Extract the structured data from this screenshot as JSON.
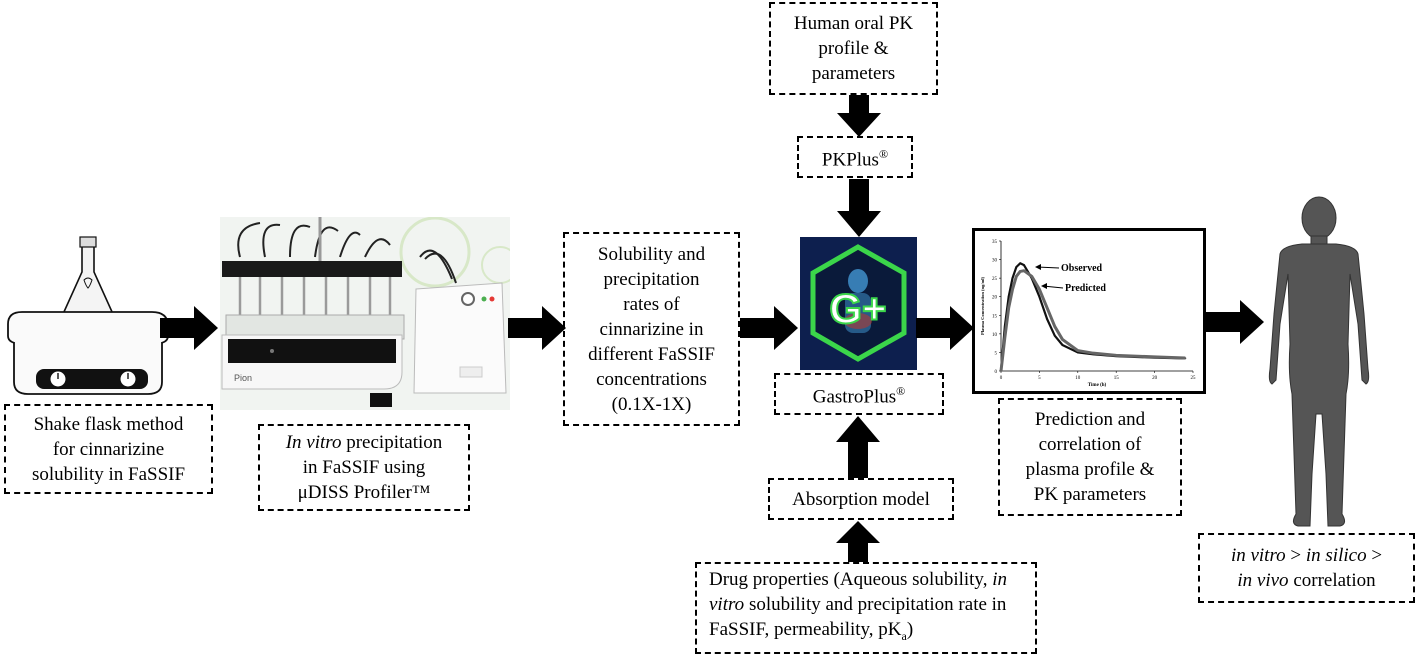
{
  "boxes": {
    "shake_flask": {
      "lines": [
        "Shake flask method",
        "for cinnarizine",
        "solubility in FaSSIF"
      ]
    },
    "in_vitro_precip": {
      "italic": "In vitro",
      "rest_line1": " precipitation",
      "line2": "in FaSSIF using",
      "line3": "μDISS Profiler™"
    },
    "solubility_rates": {
      "lines": [
        "Solubility and",
        "precipitation",
        "rates of",
        "cinnarizine in",
        "different FaSSIF",
        "concentrations",
        "(0.1X-1X)"
      ]
    },
    "human_pk": {
      "lines": [
        "Human oral PK",
        "profile &",
        "parameters"
      ]
    },
    "pkplus": {
      "text": "PKPlus",
      "sup": "®"
    },
    "gastroplus": {
      "text": "GastroPlus",
      "sup": "®"
    },
    "absorption": {
      "text": "Absorption model"
    },
    "drug_props": {
      "line1_a": "Drug properties (Aqueous solubility, ",
      "line1_i": "in",
      "line2_i": "vitro",
      "line2_b": " solubility and precipitation rate in",
      "line3_a": "FaSSIF, permeability, pK",
      "line3_sub": "a",
      "line3_b": ")"
    },
    "prediction": {
      "lines": [
        "Prediction and",
        "correlation of",
        "plasma profile &",
        "PK parameters"
      ]
    },
    "correlation": {
      "i1": "in vitro",
      "s1": " > ",
      "i2": "in silico",
      "s2": " >",
      "i3": "in vivo",
      "s3": " correlation"
    }
  },
  "images": {
    "profiler_brand": "Pion",
    "gastroplus_logo": "G+"
  },
  "chart_data": {
    "type": "line",
    "title": "",
    "xlabel": "Time (h)",
    "ylabel": "Plasma Concentration (ng/ml)",
    "xlim": [
      0,
      25
    ],
    "ylim": [
      0,
      35
    ],
    "x_ticks": [
      "0",
      "5",
      "10",
      "15",
      "20",
      "25"
    ],
    "y_ticks": [
      "0",
      "5",
      "10",
      "15",
      "20",
      "25",
      "30",
      "35"
    ],
    "annotations": [
      "Observed",
      "Predicted"
    ],
    "series": [
      {
        "name": "Observed",
        "x": [
          0,
          0.5,
          1,
          1.5,
          2,
          2.5,
          3,
          4,
          5,
          6,
          7,
          8,
          10,
          12,
          15,
          20,
          24
        ],
        "y": [
          0,
          12,
          20,
          25,
          28,
          29,
          28.5,
          25,
          20,
          14,
          9.5,
          7,
          5,
          4.5,
          4,
          3.6,
          3.4
        ]
      },
      {
        "name": "Predicted",
        "x": [
          0,
          0.5,
          1,
          1.5,
          2,
          2.5,
          3,
          4,
          5,
          6,
          7,
          8,
          10,
          12,
          15,
          20,
          24
        ],
        "y": [
          0,
          9,
          17,
          22,
          25.5,
          26.8,
          27,
          25.5,
          22,
          17,
          12,
          8.5,
          5.5,
          4.8,
          4.2,
          3.8,
          3.5
        ]
      }
    ]
  }
}
